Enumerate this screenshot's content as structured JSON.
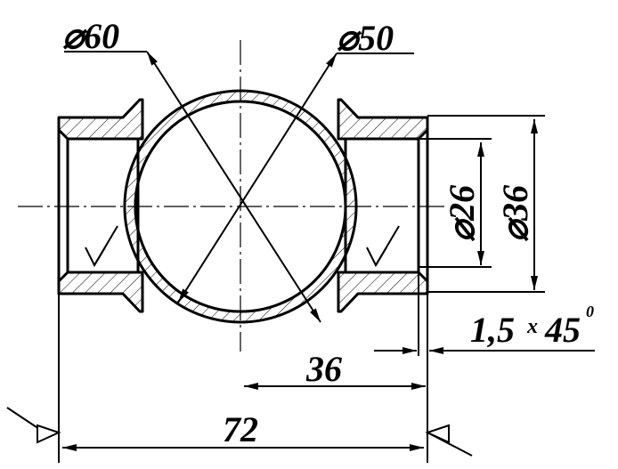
{
  "dimensions": {
    "outer_sphere_label": "⌀60",
    "inner_sphere_label": "⌀50",
    "bore_label": "⌀26",
    "outer_neck_label": "⌀36",
    "chamfer_value": "1,5",
    "chamfer_sep": "x",
    "chamfer_angle": "45",
    "chamfer_degree": "0",
    "half_length_label": "36",
    "total_length_label": "72"
  },
  "colors": {
    "line": "#000000",
    "background": "#ffffff"
  }
}
